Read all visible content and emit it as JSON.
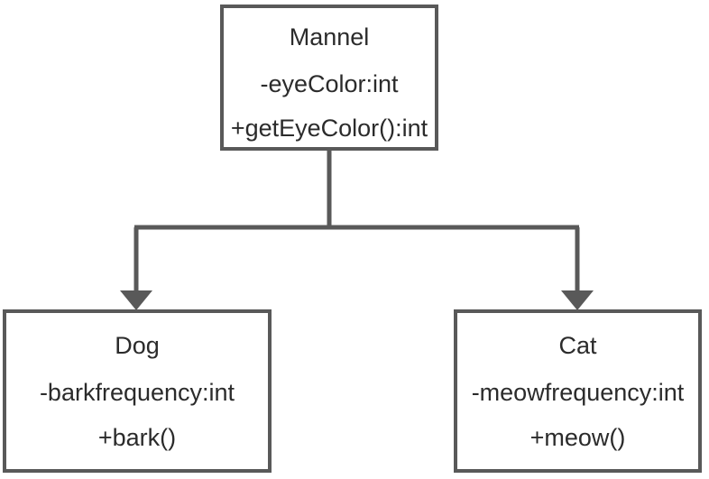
{
  "diagram": {
    "type": "uml-class-diagram",
    "relationship": "generalization",
    "background_color": "#ffffff",
    "line_color": "#595959",
    "text_color": "#2b2b2b",
    "classes": [
      {
        "id": "mannel",
        "role": "superclass",
        "name": "Mannel",
        "attribute": "-eyeColor:int",
        "method": "+getEyeColor():int"
      },
      {
        "id": "dog",
        "role": "subclass",
        "name": "Dog",
        "attribute": "-barkfrequency:int",
        "method": "+bark()"
      },
      {
        "id": "cat",
        "role": "subclass",
        "name": "Cat",
        "attribute": "-meowfrequency:int",
        "method": "+meow()"
      }
    ],
    "connectors": [
      {
        "id": "mannel-to-dog",
        "from": "mannel",
        "to": "dog",
        "arrowhead": "filled-triangle"
      },
      {
        "id": "mannel-to-cat",
        "from": "mannel",
        "to": "cat",
        "arrowhead": "filled-triangle"
      }
    ]
  }
}
